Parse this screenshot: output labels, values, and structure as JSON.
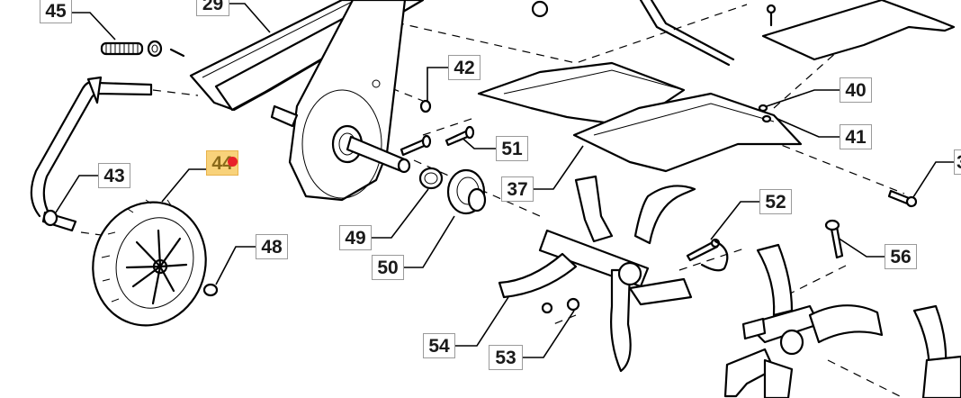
{
  "diagram": {
    "type": "exploded-parts-view",
    "subject": "tiller tine assembly",
    "highlight_color": "#f8d27a",
    "marker_color": "#e8202a",
    "selected_part": "44",
    "callouts": [
      {
        "id": "45",
        "label": "45"
      },
      {
        "id": "29",
        "label": "29"
      },
      {
        "id": "42",
        "label": "42"
      },
      {
        "id": "40",
        "label": "40"
      },
      {
        "id": "41",
        "label": "41"
      },
      {
        "id": "43",
        "label": "43"
      },
      {
        "id": "44",
        "label": "44",
        "highlighted": true
      },
      {
        "id": "51",
        "label": "51"
      },
      {
        "id": "37",
        "label": "37"
      },
      {
        "id": "52",
        "label": "52"
      },
      {
        "id": "48",
        "label": "48"
      },
      {
        "id": "49",
        "label": "49"
      },
      {
        "id": "50",
        "label": "50"
      },
      {
        "id": "56",
        "label": "56"
      },
      {
        "id": "54",
        "label": "54"
      },
      {
        "id": "53",
        "label": "53"
      },
      {
        "id": "3x",
        "label": "3"
      }
    ]
  }
}
